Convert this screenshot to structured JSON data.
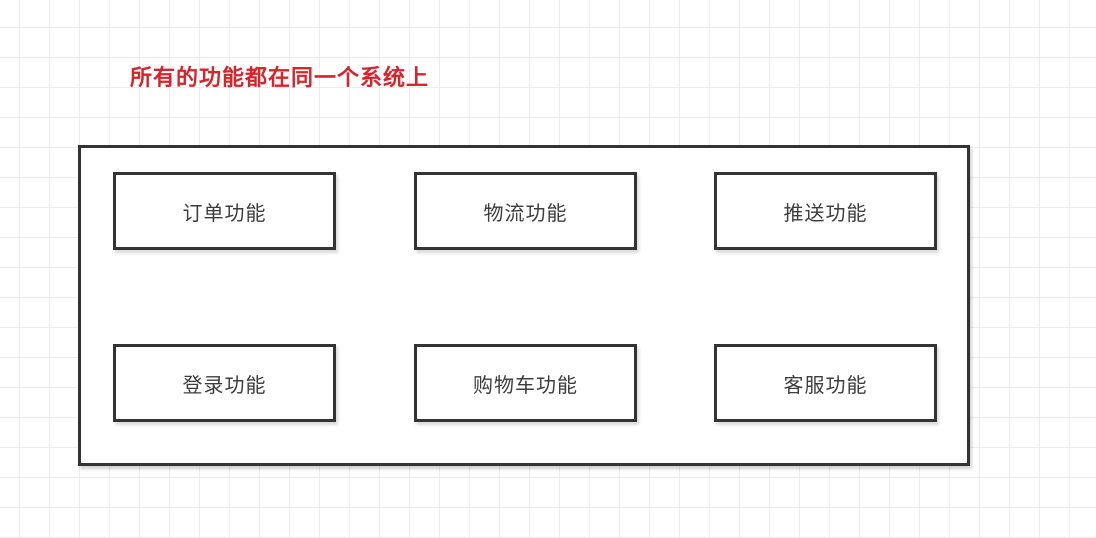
{
  "title": {
    "text": "所有的功能都在同一个系统上"
  },
  "boxes": [
    {
      "label": "订单功能"
    },
    {
      "label": "物流功能"
    },
    {
      "label": "推送功能"
    },
    {
      "label": "登录功能"
    },
    {
      "label": "购物车功能"
    },
    {
      "label": "客服功能"
    }
  ],
  "colors": {
    "title_red": "#d9232b",
    "shape_border": "#333333",
    "shape_fill": "#ffffff",
    "shape_text": "#3d3d3d",
    "grid_line": "#ececec",
    "background": "#ffffff"
  }
}
